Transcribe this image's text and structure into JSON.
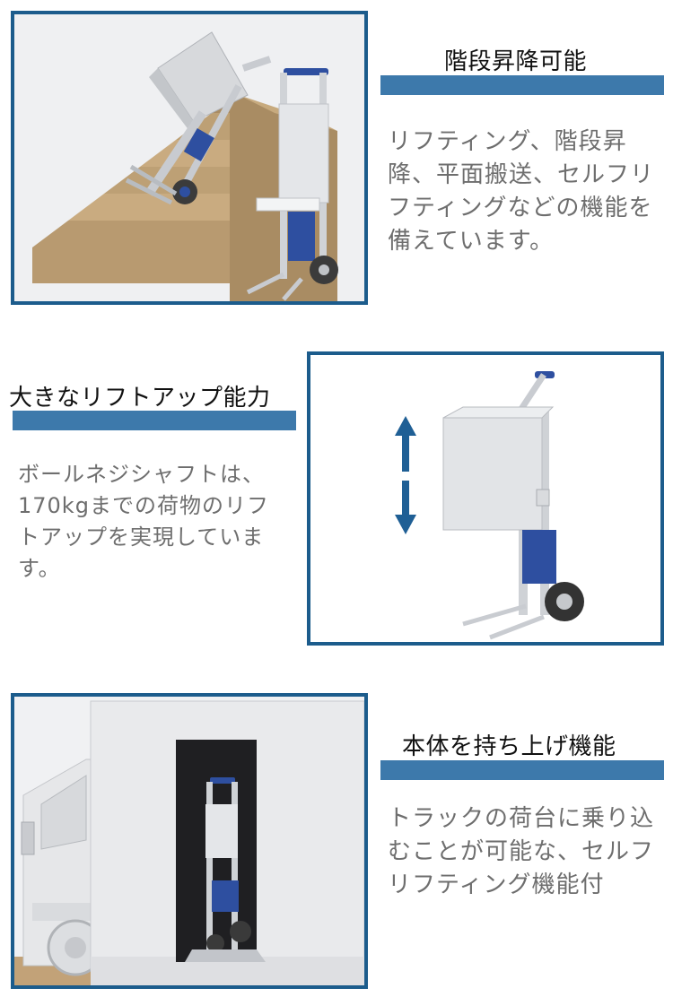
{
  "sections": [
    {
      "title": "階段昇降可能",
      "text": "リフティング、階段昇降、平面搬送、セルフリフティングなどの機能を備えています。"
    },
    {
      "title": "大きなリフトアップ能力",
      "text": "ボールネジシャフトは、170kgまでの荷物のリフトアップを実現しています。"
    },
    {
      "title": "本体を持ち上げ機能",
      "text": "トラックの荷台に乗り込むことが可能な、セルフリフティング機能付"
    }
  ],
  "colors": {
    "frame_border": "#1c5c8c",
    "accent_bar": "#3d79ab",
    "arrow": "#1f5f95"
  }
}
